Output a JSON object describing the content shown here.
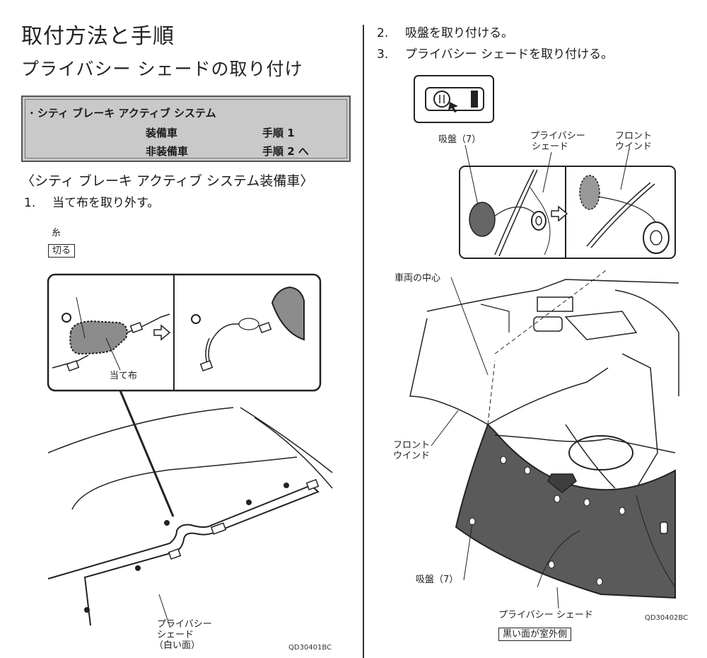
{
  "left": {
    "title": "取付方法と手順",
    "subtitle": "プライバシー シェードの取り付け",
    "system_box": {
      "heading": "· シティ ブレーキ アクティブ システム",
      "rows": [
        {
          "label": "装備車",
          "step": "手順 1"
        },
        {
          "label": "非装備車",
          "step": "手順 2 へ"
        }
      ]
    },
    "section_heading": "〈シティ ブレーキ アクティブ システム装備車〉",
    "steps": [
      {
        "num": "1.",
        "text": "当て布を取り外す。"
      }
    ],
    "figure": {
      "thread_label": "糸",
      "cut_label": "切る",
      "patch_label": "当て布",
      "shade_label_1": "プライバシー",
      "shade_label_2": "シェード",
      "shade_label_3": "（白い面）",
      "code": "QD30401BC"
    }
  },
  "right": {
    "steps": [
      {
        "num": "2.",
        "text": "吸盤を取り付ける。"
      },
      {
        "num": "3.",
        "text": "プライバシー シェードを取り付ける。"
      }
    ],
    "figure": {
      "suction_label": "吸盤（7）",
      "shade_top_1": "プライバシー",
      "shade_top_2": "シェード",
      "windshield_top_1": "フロント",
      "windshield_top_2": "ウインド",
      "center_label": "車両の中心",
      "windshield_side_1": "フロント",
      "windshield_side_2": "ウインド",
      "suction_label_2": "吸盤（7）",
      "shade_bottom": "プライバシー シェード",
      "black_side_label": "黒い面が室外側",
      "code": "QD30402BC"
    }
  }
}
